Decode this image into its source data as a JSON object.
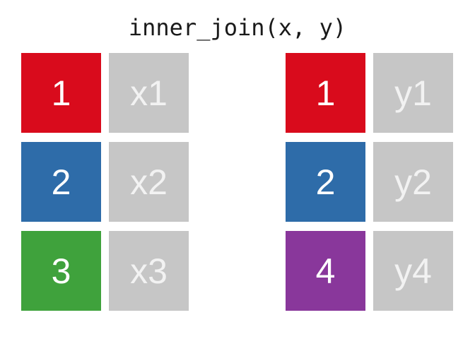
{
  "title": "inner_join(x, y)",
  "colors": {
    "red": "#d90b1c",
    "blue": "#2e6ca9",
    "green": "#3fa23c",
    "purple": "#89379b",
    "gray": "#c6c6c6",
    "key_text": "#ffffff",
    "value_text": "#f2f2f2",
    "title_text": "#1a1a1a",
    "background": "#ffffff"
  },
  "tables": {
    "x": {
      "rows": [
        {
          "key": "1",
          "value": "x1",
          "key_color": "red"
        },
        {
          "key": "2",
          "value": "x2",
          "key_color": "blue"
        },
        {
          "key": "3",
          "value": "x3",
          "key_color": "green"
        }
      ]
    },
    "y": {
      "rows": [
        {
          "key": "1",
          "value": "y1",
          "key_color": "red"
        },
        {
          "key": "2",
          "value": "y2",
          "key_color": "blue"
        },
        {
          "key": "4",
          "value": "y4",
          "key_color": "purple"
        }
      ]
    }
  }
}
